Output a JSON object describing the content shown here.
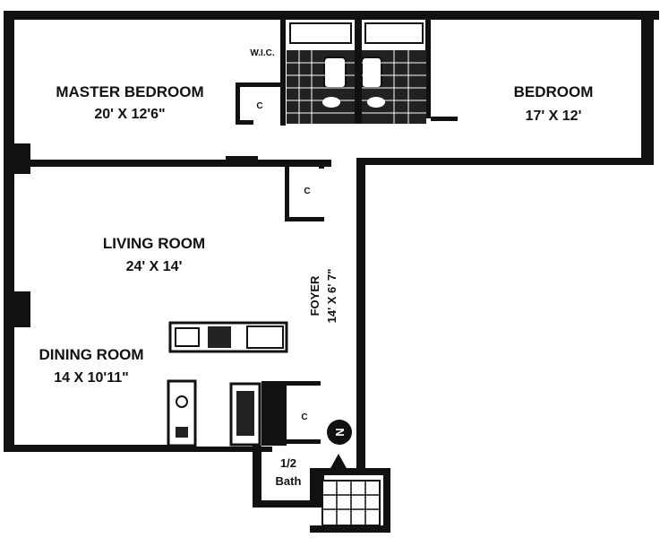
{
  "rooms": {
    "master_bedroom": {
      "name": "MASTER BEDROOM",
      "size": "20' X 12'6\""
    },
    "bedroom": {
      "name": "BEDROOM",
      "size": "17' X 12'"
    },
    "living_room": {
      "name": "LIVING ROOM",
      "size": "24' X 14'"
    },
    "dining_room": {
      "name": "DINING ROOM",
      "size": "14 X 10'11\""
    },
    "foyer": {
      "name": "FOYER",
      "size": "14' X 6' 7\""
    },
    "half_bath": {
      "name_line1": "1/2",
      "name_line2": "Bath"
    }
  },
  "labels": {
    "wic": "W.I.C.",
    "closet_1": "C",
    "closet_2": "C",
    "closet_3": "C"
  },
  "compass": {
    "letter": "N"
  },
  "colors": {
    "wall": "#111111",
    "background": "#ffffff"
  }
}
